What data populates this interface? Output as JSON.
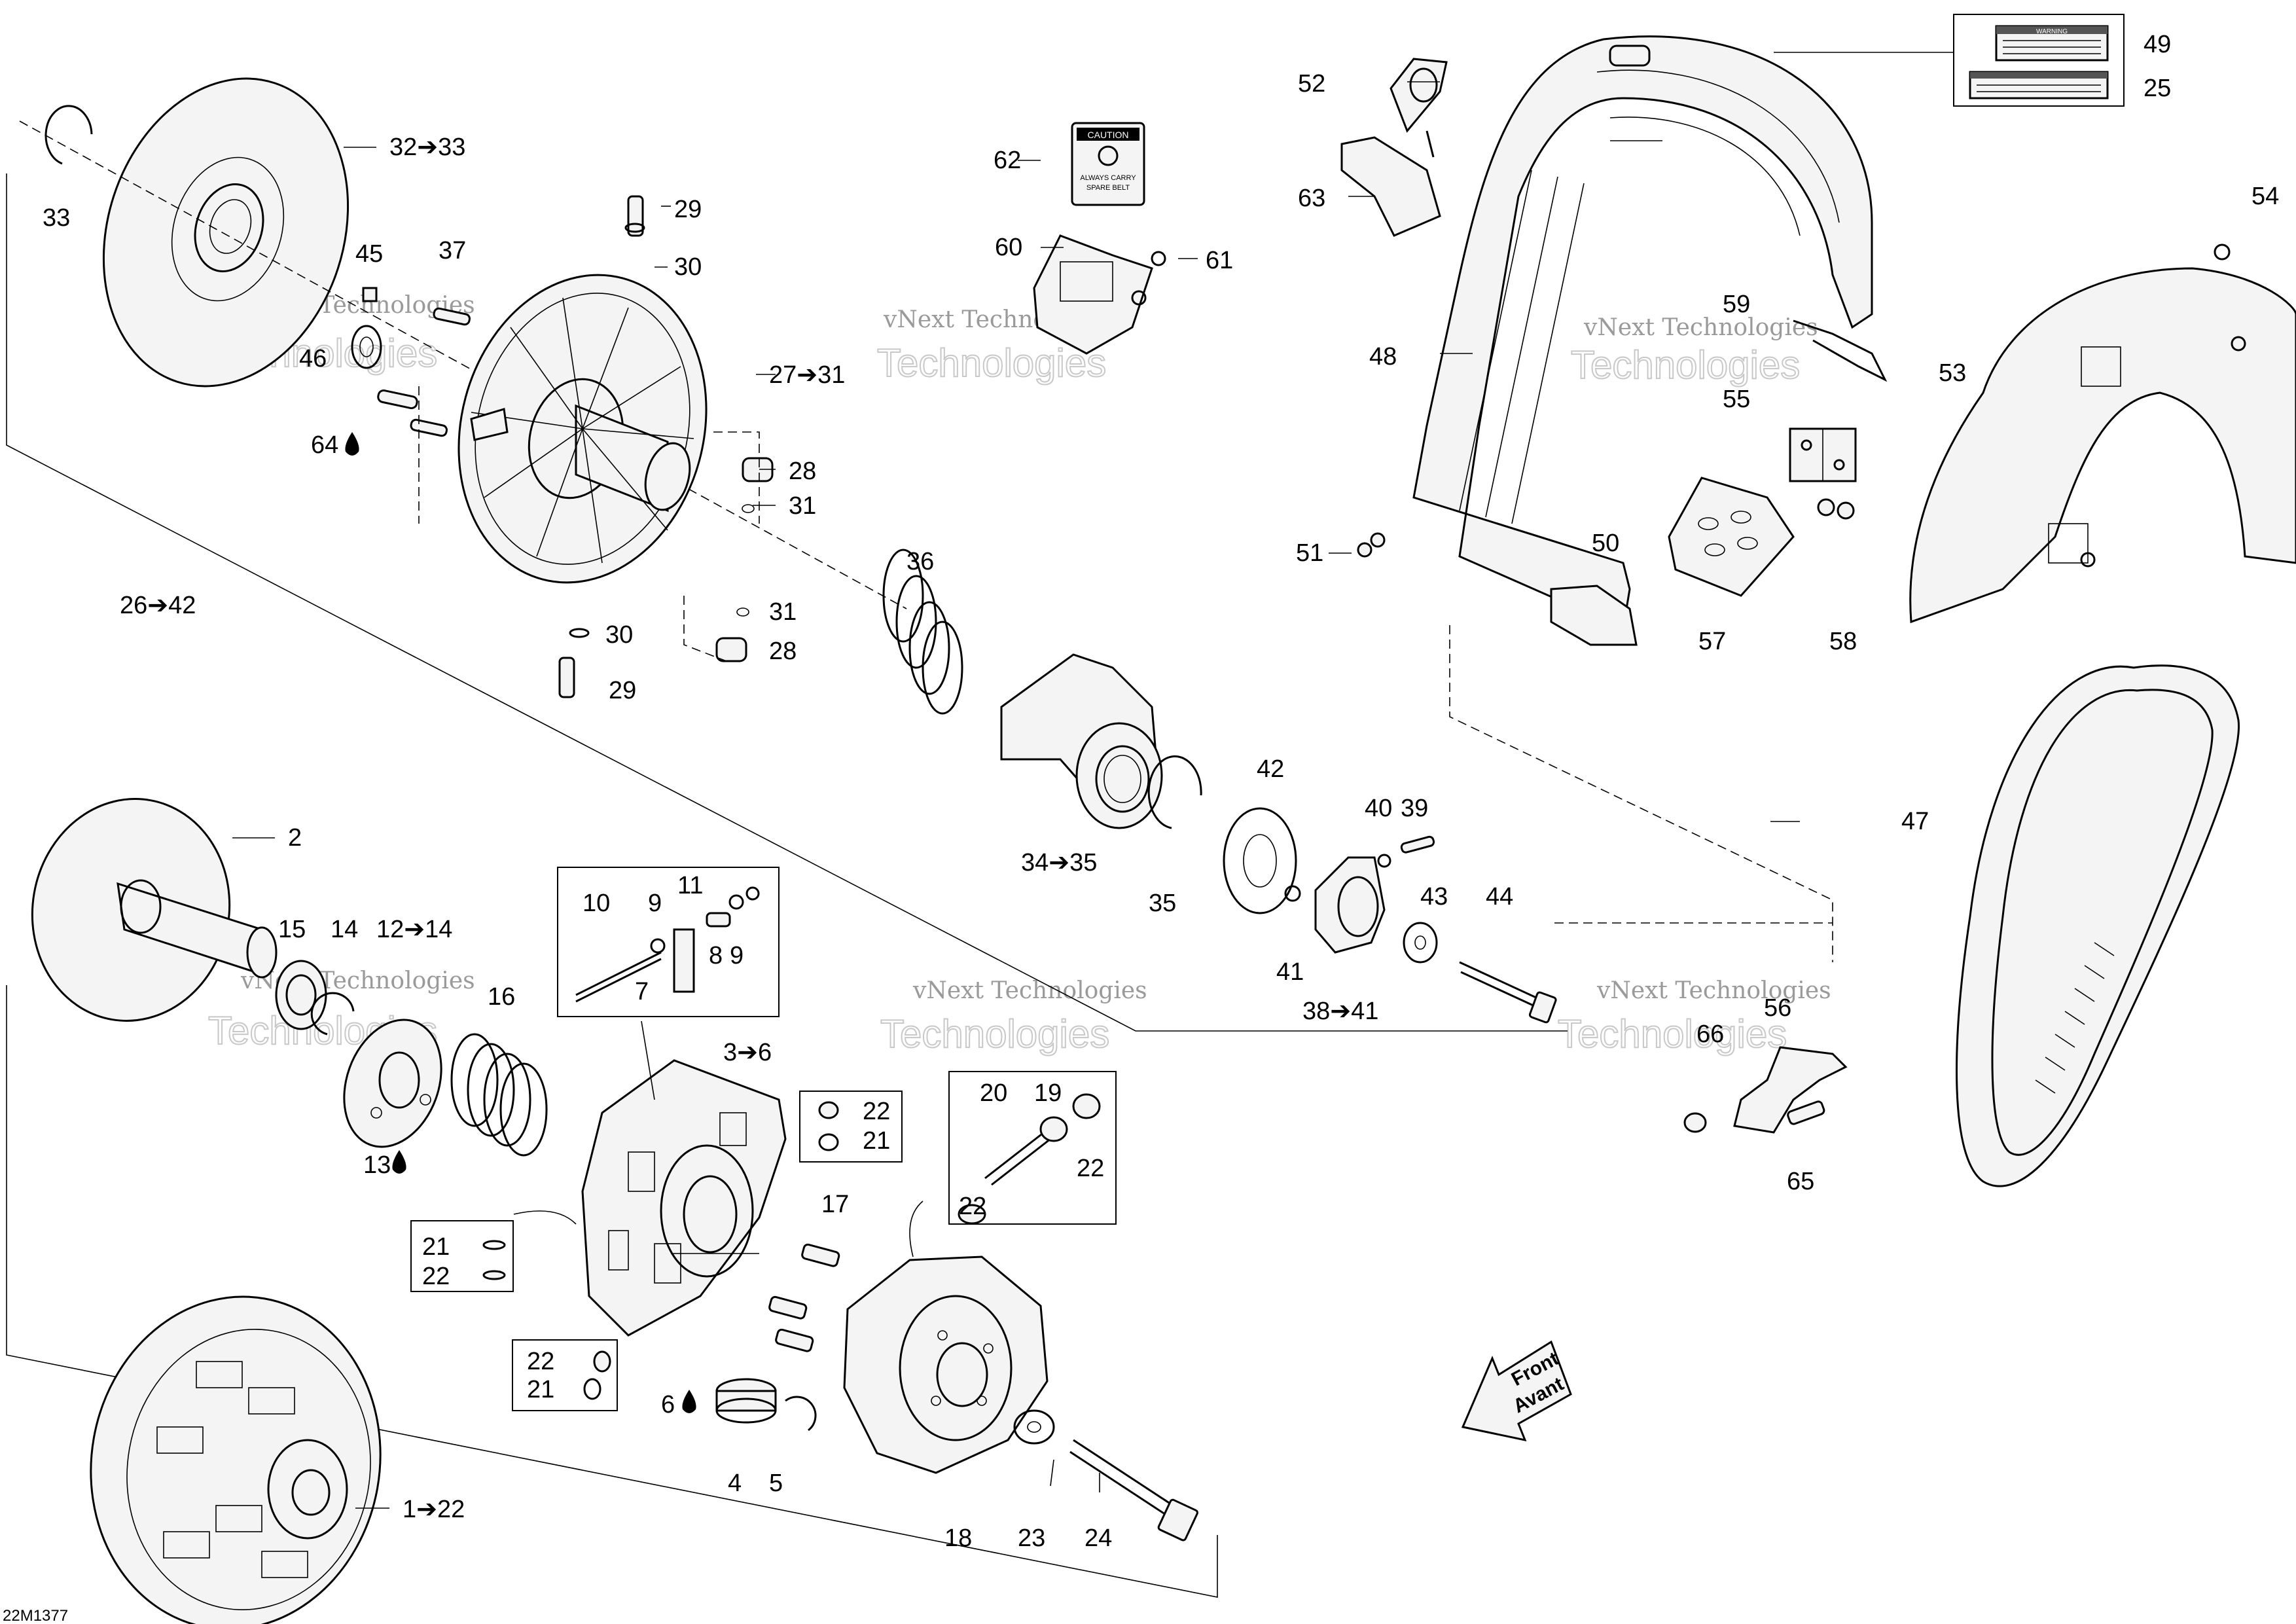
{
  "diagram_id": "22M1377",
  "watermark_lines": [
    "vNext Technologies",
    "vNext",
    "Technologies"
  ],
  "direction_arrow": {
    "line1": "Front",
    "line2": "Avant"
  },
  "caution_label": {
    "title": "CAUTION",
    "lines": [
      "ALWAYS CARRY",
      "SPARE BELT"
    ]
  },
  "warning_label": {
    "title": "WARNING"
  },
  "drop_icon": "oil-drop-icon",
  "callouts": {
    "c1": "1➔22",
    "c2": "2",
    "c3": "3➔6",
    "c4": "4",
    "c5": "5",
    "c6": "6",
    "c7": "7",
    "c8": "8",
    "c9a": "9",
    "c9b": "9",
    "c10": "10",
    "c11": "11",
    "c12": "12➔14",
    "c13": "13",
    "c14": "14",
    "c15": "15",
    "c16": "16",
    "c17": "17",
    "c18": "18",
    "c19": "19",
    "c20": "20",
    "c21a": "21",
    "c21b": "21",
    "c21c": "21",
    "c22a": "22",
    "c22b": "22",
    "c22c": "22",
    "c22d": "22",
    "c22e": "22",
    "c23": "23",
    "c24": "24",
    "c25": "25",
    "c26": "26➔42",
    "c27": "27➔31",
    "c28a": "28",
    "c28b": "28",
    "c29a": "29",
    "c29b": "29",
    "c30a": "30",
    "c30b": "30",
    "c31a": "31",
    "c31b": "31",
    "c32": "32➔33",
    "c33": "33",
    "c34": "34➔35",
    "c35": "35",
    "c36": "36",
    "c37": "37",
    "c38": "38➔41",
    "c39": "39",
    "c40": "40",
    "c41": "41",
    "c42": "42",
    "c43": "43",
    "c44": "44",
    "c45": "45",
    "c46": "46",
    "c47": "47",
    "c48": "48",
    "c49": "49",
    "c50": "50",
    "c51": "51",
    "c52": "52",
    "c53": "53",
    "c54": "54",
    "c55": "55",
    "c56": "56",
    "c57": "57",
    "c58": "58",
    "c59": "59",
    "c60": "60",
    "c61": "61",
    "c62": "62",
    "c63": "63",
    "c64": "64",
    "c65": "65",
    "c66": "66"
  }
}
